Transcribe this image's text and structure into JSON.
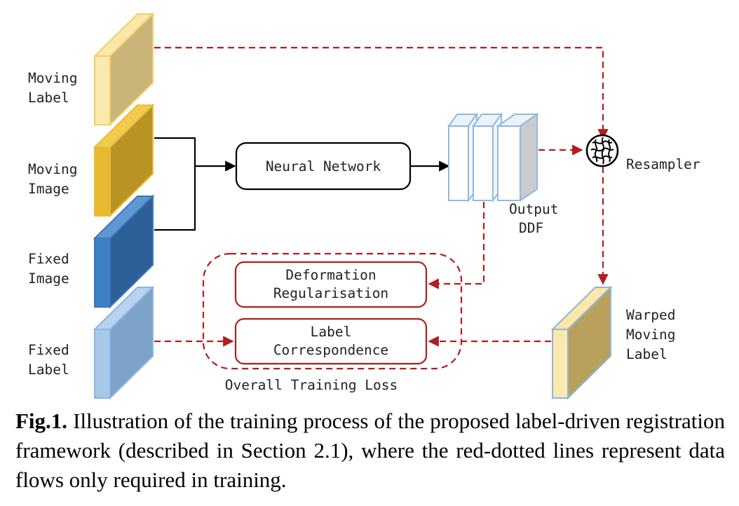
{
  "inputs": {
    "moving_label": [
      "Moving",
      "Label"
    ],
    "moving_image": [
      "Moving",
      "Image"
    ],
    "fixed_image": [
      "Fixed",
      "Image"
    ],
    "fixed_label": [
      "Fixed",
      "Label"
    ]
  },
  "network": {
    "label": "Neural Network"
  },
  "ddf": {
    "label": [
      "Output",
      "DDF"
    ]
  },
  "resampler": {
    "label": "Resampler"
  },
  "warped": {
    "label": [
      "Warped",
      "Moving",
      "Label"
    ]
  },
  "losses": {
    "deformation": [
      "Deformation",
      "Regularisation"
    ],
    "correspondence": [
      "Label",
      "Correspondence"
    ],
    "group_label": "Overall Training Loss"
  },
  "caption": {
    "fig_label": "Fig.1.",
    "text": " Illustration of the training process of the proposed label-driven registration framework (described in Section 2.1), where the red-dotted lines represent data flows only required in training."
  },
  "colors": {
    "training_flow": "#b01e1e",
    "forward_flow": "#000000",
    "label_volume": "#f2d675",
    "image_volume": "#d9a622",
    "fixed_image_volume": "#3a76b6",
    "fixed_label_volume": "#8db4de",
    "ddf_outline": "#8fb8e0"
  }
}
